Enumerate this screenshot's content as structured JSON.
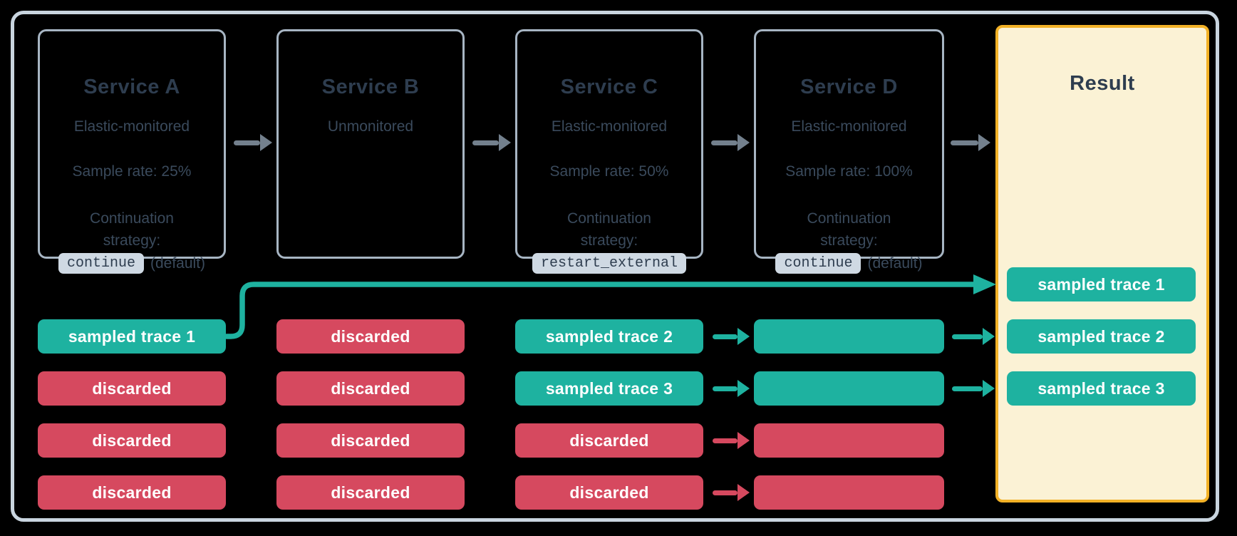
{
  "colors": {
    "bg": "#000000",
    "frame_border": "#C9D5DF",
    "box_border": "#A7B5C3",
    "title_text": "#2E3D4F",
    "body_text": "#3A4A5C",
    "chip_bg": "#CFD9E3",
    "gray_arrow": "#73808D",
    "teal": "#1EB2A0",
    "red": "#D6495F",
    "result_bg": "#FBF2D5",
    "result_border": "#F2B126",
    "trace_text": "#FFFFFF"
  },
  "services": [
    {
      "title": "Service A",
      "subtitle": "Elastic-monitored",
      "sample_rate": "Sample rate: 25%",
      "strategy_label": "Continuation strategy:",
      "strategy_value": "continue",
      "strategy_suffix": "(default)"
    },
    {
      "title": "Service B",
      "subtitle": "Unmonitored"
    },
    {
      "title": "Service C",
      "subtitle": "Elastic-monitored",
      "sample_rate": "Sample rate: 50%",
      "strategy_label": "Continuation strategy:",
      "strategy_value": "restart_external"
    },
    {
      "title": "Service D",
      "subtitle": "Elastic-monitored",
      "sample_rate": "Sample rate: 100%",
      "strategy_label": "Continuation strategy:",
      "strategy_value": "continue",
      "strategy_suffix": "(default)"
    }
  ],
  "result": {
    "title": "Result"
  },
  "traces": {
    "service_a": [
      {
        "label": "sampled trace 1",
        "kind": "sampled"
      },
      {
        "label": "discarded",
        "kind": "discarded"
      },
      {
        "label": "discarded",
        "kind": "discarded"
      },
      {
        "label": "discarded",
        "kind": "discarded"
      }
    ],
    "service_b": [
      {
        "label": "discarded",
        "kind": "discarded"
      },
      {
        "label": "discarded",
        "kind": "discarded"
      },
      {
        "label": "discarded",
        "kind": "discarded"
      },
      {
        "label": "discarded",
        "kind": "discarded"
      }
    ],
    "service_c": [
      {
        "label": "sampled trace 2",
        "kind": "sampled"
      },
      {
        "label": "sampled trace 3",
        "kind": "sampled"
      },
      {
        "label": "discarded",
        "kind": "discarded"
      },
      {
        "label": "discarded",
        "kind": "discarded"
      }
    ],
    "service_d": [
      {
        "label": "",
        "kind": "sampled"
      },
      {
        "label": "",
        "kind": "sampled"
      },
      {
        "label": "",
        "kind": "discarded"
      },
      {
        "label": "",
        "kind": "discarded"
      }
    ],
    "result": [
      {
        "label": "sampled trace 1",
        "kind": "sampled"
      },
      {
        "label": "sampled trace 2",
        "kind": "sampled"
      },
      {
        "label": "sampled trace 3",
        "kind": "sampled"
      }
    ]
  }
}
